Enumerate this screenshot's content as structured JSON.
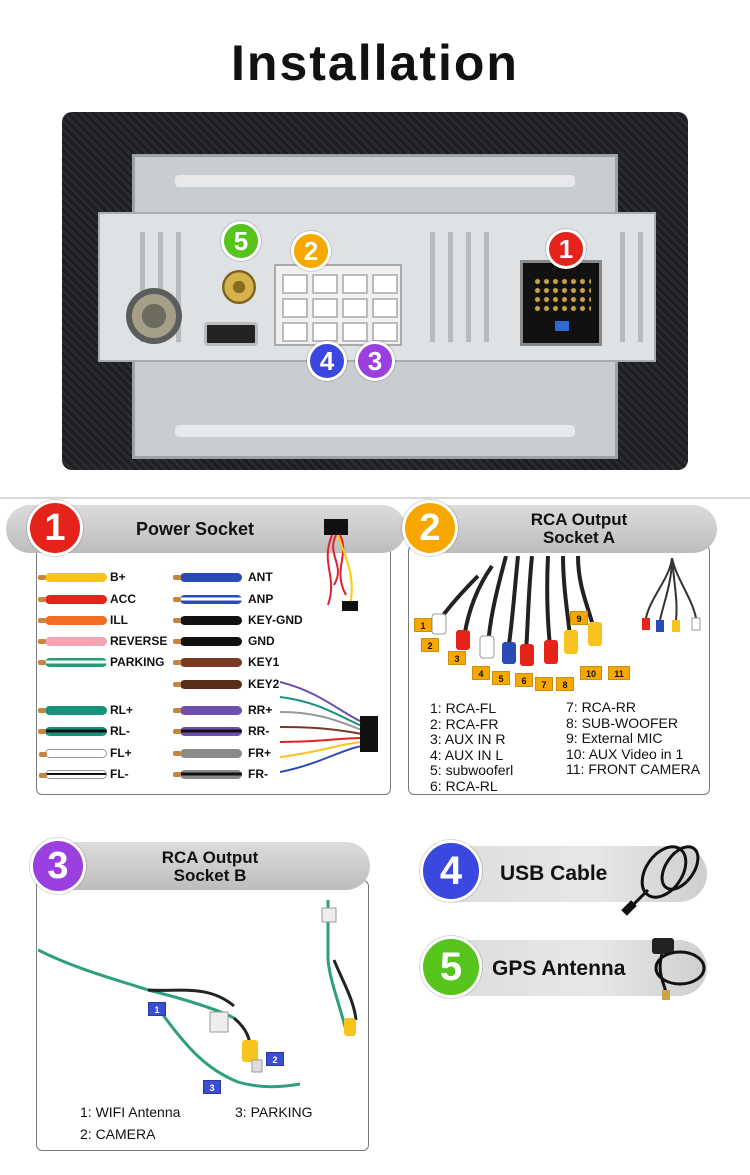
{
  "title": "Installation",
  "photo_badges": [
    {
      "num": "1",
      "color": "#e5231b"
    },
    {
      "num": "2",
      "color": "#f6a800"
    },
    {
      "num": "3",
      "color": "#9b3fe0"
    },
    {
      "num": "4",
      "color": "#3b48e0"
    },
    {
      "num": "5",
      "color": "#56c41c"
    }
  ],
  "section1": {
    "num": "1",
    "color": "#e5231b",
    "title": "Power Socket",
    "wires_left": [
      {
        "label": "B+",
        "color": "#f7c31c",
        "stripe": ""
      },
      {
        "label": "ACC",
        "color": "#e5231b",
        "stripe": ""
      },
      {
        "label": "ILL",
        "color": "#f26d23",
        "stripe": ""
      },
      {
        "label": "REVERSE",
        "color": "#f3a3b4",
        "stripe": ""
      },
      {
        "label": "PARKING",
        "color": "#1f9e78",
        "stripe": "#ffffff"
      },
      {
        "label": "RL+",
        "color": "#16917a",
        "stripe": ""
      },
      {
        "label": "RL-",
        "color": "#16917a",
        "stripe": "#111111"
      },
      {
        "label": "FL+",
        "color": "#ffffff",
        "stripe": ""
      },
      {
        "label": "FL-",
        "color": "#ffffff",
        "stripe": "#111111"
      }
    ],
    "wires_right": [
      {
        "label": "ANT",
        "color": "#2a4bb5",
        "stripe": ""
      },
      {
        "label": "ANP",
        "color": "#2a4bb5",
        "stripe": "#ffffff"
      },
      {
        "label": "KEY-GND",
        "color": "#111111",
        "stripe": ""
      },
      {
        "label": "GND",
        "color": "#111111",
        "stripe": ""
      },
      {
        "label": "KEY1",
        "color": "#7a3a22",
        "stripe": ""
      },
      {
        "label": "KEY2",
        "color": "#5a2c1b",
        "stripe": ""
      },
      {
        "label": "RR+",
        "color": "#6e4fb0",
        "stripe": ""
      },
      {
        "label": "RR-",
        "color": "#6e4fb0",
        "stripe": "#111111"
      },
      {
        "label": "FR+",
        "color": "#8a8a8a",
        "stripe": ""
      },
      {
        "label": "FR-",
        "color": "#8a8a8a",
        "stripe": "#111111"
      }
    ]
  },
  "section2": {
    "num": "2",
    "color": "#f6a800",
    "title_line1": "RCA Output",
    "title_line2": "Socket A",
    "tags": [
      "1",
      "2",
      "3",
      "4",
      "5",
      "6",
      "7",
      "8",
      "9",
      "10",
      "11"
    ],
    "legend_left": [
      "1: RCA-FL",
      "2: RCA-FR",
      "3: AUX IN R",
      "4: AUX IN L",
      "5: subwooferl",
      "6: RCA-RL"
    ],
    "legend_right": [
      "7: RCA-RR",
      "8: SUB-WOOFER",
      "9: External MIC",
      "10: AUX Video in 1",
      "11: FRONT CAMERA"
    ]
  },
  "section3": {
    "num": "3",
    "color": "#9b3fe0",
    "title_line1": "RCA Output",
    "title_line2": "Socket B",
    "tags": [
      "1",
      "2",
      "3"
    ],
    "legend": [
      "1: WIFI Antenna",
      "3: PARKING",
      "2: CAMERA"
    ]
  },
  "section4": {
    "num": "4",
    "color": "#3b48e0",
    "title": "USB Cable"
  },
  "section5": {
    "num": "5",
    "color": "#56c41c",
    "title": "GPS Antenna"
  }
}
